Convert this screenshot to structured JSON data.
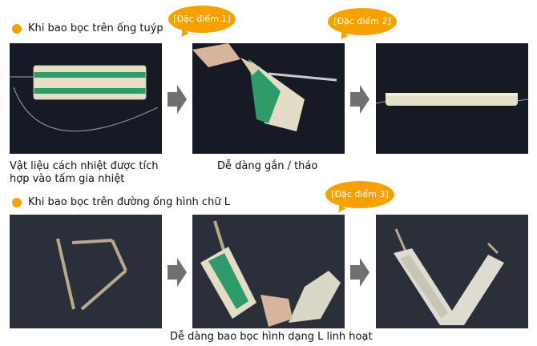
{
  "section1": {
    "heading": "Khi bao bọc trên ống tuýp",
    "badge1": "[Đặc điểm 1]",
    "badge2": "[Đặc điểm 2]",
    "caption_left": "Vật liệu cách nhiệt được tích hợp vào tấm gia nhiệt",
    "caption_mid": "Dễ dàng gắn / tháo"
  },
  "section2": {
    "heading": "Khi bao bọc trên đường ống hình chữ L",
    "badge3": "[Đặc điểm 3]",
    "caption": "Dễ dàng bao bọc hình dạng L linh hoạt"
  },
  "colors": {
    "accent": "#f5a200",
    "photo_bg": "#171b25",
    "arrow": "#707070"
  }
}
